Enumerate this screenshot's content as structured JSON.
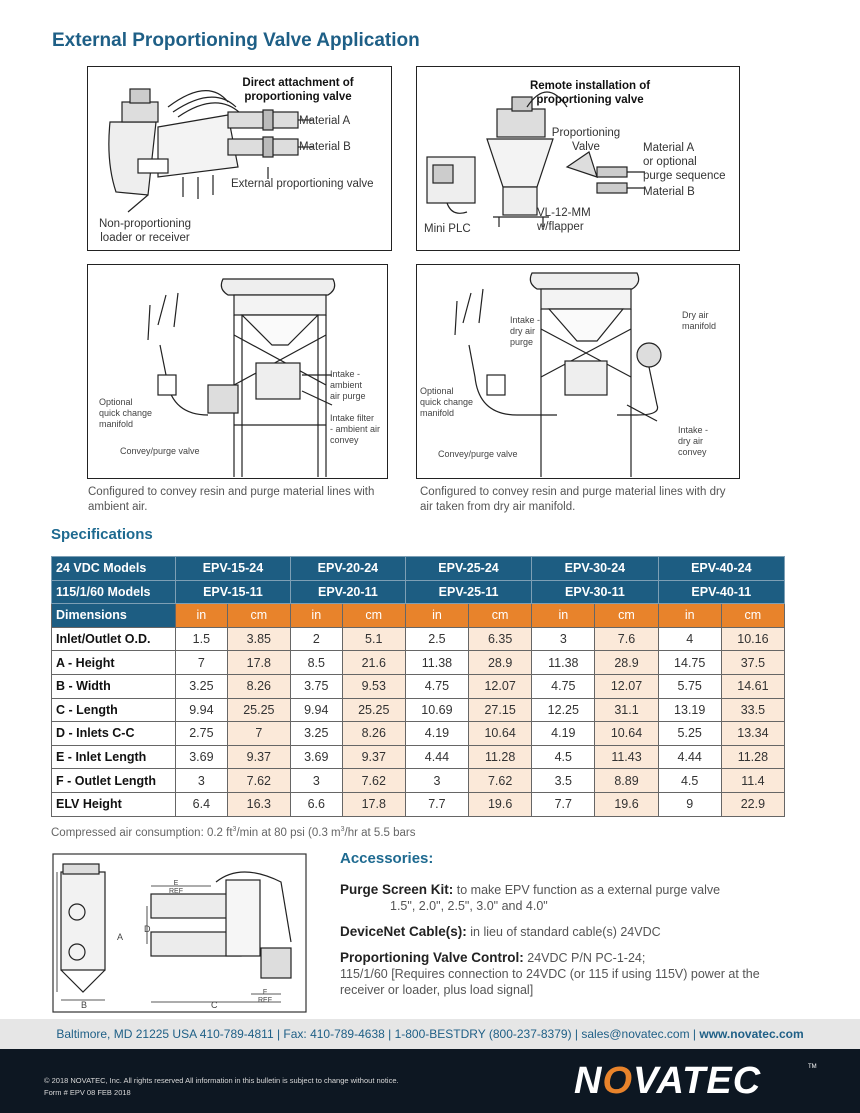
{
  "page": {
    "title": "External Proportioning Valve Application"
  },
  "fig1": {
    "title": "Direct attachment of\nproportioning valve",
    "material_a": "Material A",
    "material_b": "Material B",
    "external_valve": "External proportioning valve",
    "non_prop": "Non-proportioning\nloader or receiver"
  },
  "fig2": {
    "title": "Remote installation of\nproportioning valve",
    "prop_valve": "Proportioning\nValve",
    "material_a": "Material A\nor optional\npurge sequence",
    "material_b": "Material B",
    "vl": "VL-12-MM\nw/flapper",
    "plc": "Mini PLC"
  },
  "fig3": {
    "intake": "Intake -\nambient\nair purge",
    "filter": "Intake filter\n- ambient air\nconvey",
    "manifold": "Optional\nquick change\nmanifold",
    "convey": "Convey/purge valve",
    "caption": "Configured to convey resin and purge material lines with\nambient air."
  },
  "fig4": {
    "intake_dry": "Intake -\ndry air\npurge",
    "dry_manifold": "Dry air\nmanifold",
    "manifold": "Optional\nquick change\nmanifold",
    "intake_convey": "Intake -\ndry air\nconvey",
    "convey": "Convey/purge valve",
    "caption": "Configured to convey resin and purge material lines with dry\nair taken from dry air manifold."
  },
  "specs": {
    "title": "Specifications",
    "row_24vdc": {
      "label": "24 VDC Models",
      "models": [
        "EPV-15-24",
        "EPV-20-24",
        "EPV-25-24",
        "EPV-30-24",
        "EPV-40-24"
      ]
    },
    "row_115": {
      "label": "115/1/60 Models",
      "models": [
        "EPV-15-11",
        "EPV-20-11",
        "EPV-25-11",
        "EPV-30-11",
        "EPV-40-11"
      ]
    },
    "dimensions": {
      "label": "Dimensions",
      "in": "in",
      "cm": "cm"
    },
    "rows": [
      {
        "label": "Inlet/Outlet O.D.",
        "values": [
          "1.5",
          "3.85",
          "2",
          "5.1",
          "2.5",
          "6.35",
          "3",
          "7.6",
          "4",
          "10.16"
        ]
      },
      {
        "label": "A - Height",
        "values": [
          "7",
          "17.8",
          "8.5",
          "21.6",
          "11.38",
          "28.9",
          "11.38",
          "28.9",
          "14.75",
          "37.5"
        ]
      },
      {
        "label": "B - Width",
        "values": [
          "3.25",
          "8.26",
          "3.75",
          "9.53",
          "4.75",
          "12.07",
          "4.75",
          "12.07",
          "5.75",
          "14.61"
        ]
      },
      {
        "label": "C - Length",
        "values": [
          "9.94",
          "25.25",
          "9.94",
          "25.25",
          "10.69",
          "27.15",
          "12.25",
          "31.1",
          "13.19",
          "33.5"
        ]
      },
      {
        "label": "D - Inlets C-C",
        "values": [
          "2.75",
          "7",
          "3.25",
          "8.26",
          "4.19",
          "10.64",
          "4.19",
          "10.64",
          "5.25",
          "13.34"
        ]
      },
      {
        "label": "E - Inlet Length",
        "values": [
          "3.69",
          "9.37",
          "3.69",
          "9.37",
          "4.44",
          "11.28",
          "4.5",
          "11.43",
          "4.44",
          "11.28"
        ]
      },
      {
        "label": "F - Outlet Length",
        "values": [
          "3",
          "7.62",
          "3",
          "7.62",
          "3",
          "7.62",
          "3.5",
          "8.89",
          "4.5",
          "11.4"
        ]
      },
      {
        "label": "ELV Height",
        "values": [
          "6.4",
          "16.3",
          "6.6",
          "17.8",
          "7.7",
          "19.6",
          "7.7",
          "19.6",
          "9",
          "22.9"
        ]
      }
    ],
    "note_pre": "Compressed air consumption: 0.2 ft",
    "note_sup1": "3",
    "note_mid": "/min at 80 psi  (0.3 m",
    "note_sup2": "3",
    "note_post": "/hr at 5.5 bars"
  },
  "drawing": {
    "e_ref": "E\nREF",
    "f_ref": "F\nREF",
    "a": "A",
    "b": "B",
    "c": "C",
    "d": "D"
  },
  "accessories": {
    "title": "Accessories:",
    "purge_label": "Purge Screen Kit:",
    "purge_text": " to make EPV function as a external purge valve",
    "purge_sizes": "1.5\", 2.0\", 2.5\", 3.0\" and 4.0\"",
    "devicenet_label": "DeviceNet Cable(s):",
    "devicenet_text": " in lieu of standard cable(s) 24VDC",
    "pvc_label": "Proportioning Valve Control:",
    "pvc_text": " 24VDC P/N PC-1-24;",
    "pvc_text2": "115/1/60 [Requires connection to 24VDC (or 115 if using 115V) power at the receiver or loader, plus load signal]"
  },
  "footer": {
    "contact": "Baltimore, MD 21225 USA  410-789-4811 | Fax: 410-789-4638 | 1-800-BESTDRY (800-237-8379) | sales@novatec.com | ",
    "website": "www.novatec.com",
    "copyright": "© 2018 NOVATEC, Inc. All rights reserved   All information in this bulletin is subject to change without notice.",
    "form": "Form # EPV 08 FEB 2018",
    "logo_n": "N",
    "logo_o": "O",
    "logo_rest": "VATEC",
    "tm": "TM"
  }
}
